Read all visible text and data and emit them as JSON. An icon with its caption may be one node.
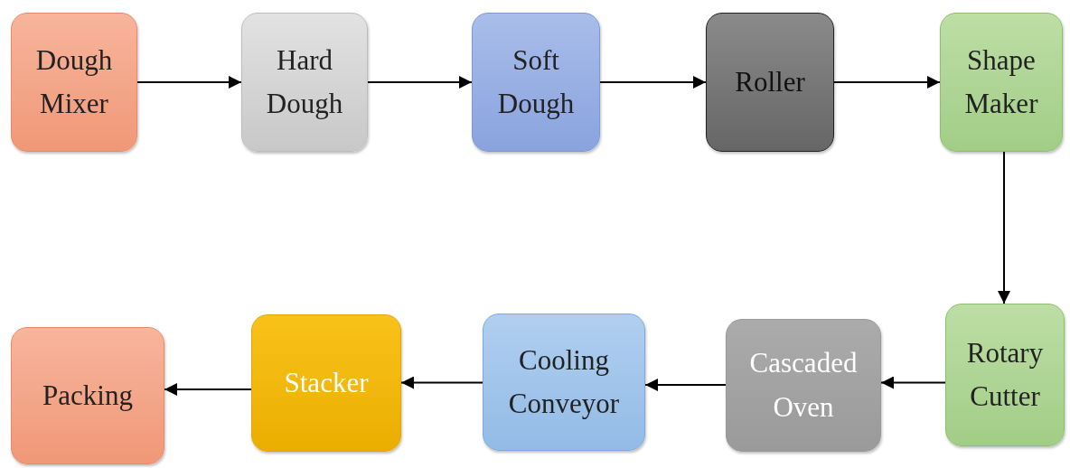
{
  "diagram": {
    "nodes": [
      {
        "text": [
          "Dough Mixer"
        ]
      },
      {
        "text": [
          "Hard Dough"
        ]
      },
      {
        "text": [
          "Soft Dough"
        ]
      },
      {
        "text": [
          "Roller"
        ]
      },
      {
        "text": [
          "Shape Maker"
        ]
      },
      {
        "text": [
          "Rotary Cutter"
        ]
      },
      {
        "text": [
          "Cascaded Oven"
        ]
      },
      {
        "text": [
          "Cooling Conveyor"
        ]
      },
      {
        "text": [
          "Stacker"
        ]
      },
      {
        "text": [
          "Packing"
        ]
      }
    ],
    "edges": [
      {
        "from": 0,
        "to": 1,
        "arrow": "to"
      },
      {
        "from": 1,
        "to": 2,
        "arrow": "to"
      },
      {
        "from": 2,
        "to": 3,
        "arrow": "to"
      },
      {
        "from": 3,
        "to": 4,
        "arrow": "to"
      },
      {
        "from": 4,
        "to": 5,
        "arrow": "to"
      },
      {
        "from": 5,
        "to": 6,
        "arrow": "to"
      },
      {
        "from": 6,
        "to": 7,
        "arrow": "to"
      },
      {
        "from": 7,
        "to": 8,
        "arrow": "to"
      },
      {
        "from": 8,
        "to": 9,
        "arrow": "to"
      }
    ]
  }
}
